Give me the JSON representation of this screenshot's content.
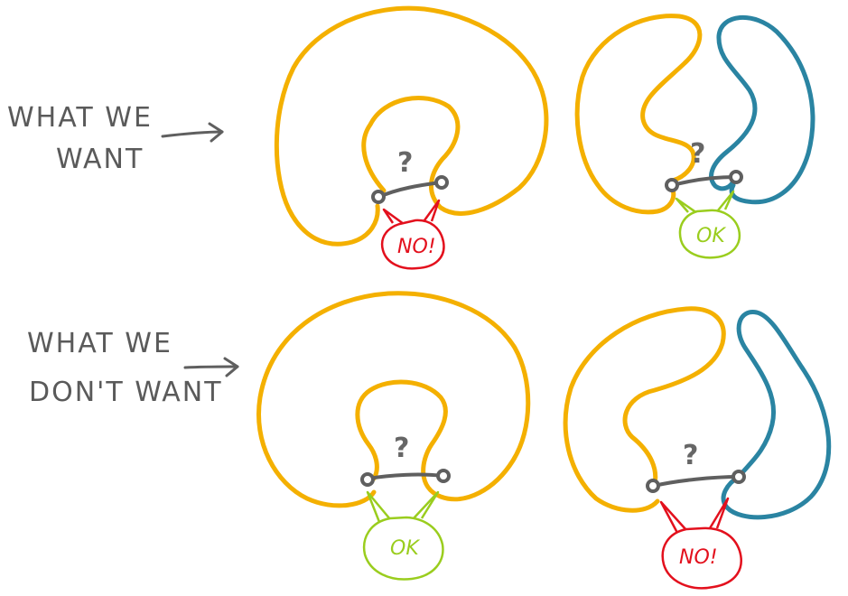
{
  "colors": {
    "yellow": "#f4b000",
    "blue": "#2a84a2",
    "gray": "#5f5f5f",
    "red": "#e3101d",
    "green": "#9acd1e"
  },
  "rows": [
    {
      "label_lines": [
        "WHAT  WE",
        "WANT"
      ],
      "arrow_icon": "right-arrow-icon",
      "panels": [
        {
          "curves": [
            "yellow"
          ],
          "question": "?",
          "verdict": "NO!",
          "verdict_color": "red"
        },
        {
          "curves": [
            "yellow",
            "blue"
          ],
          "question": "?",
          "verdict": "OK",
          "verdict_color": "green"
        }
      ]
    },
    {
      "label_lines": [
        "WHAT  WE",
        "DON'T WANT"
      ],
      "arrow_icon": "right-arrow-icon",
      "panels": [
        {
          "curves": [
            "yellow"
          ],
          "question": "?",
          "verdict": "OK",
          "verdict_color": "green"
        },
        {
          "curves": [
            "yellow",
            "blue"
          ],
          "question": "?",
          "verdict": "NO!",
          "verdict_color": "red"
        }
      ]
    }
  ]
}
